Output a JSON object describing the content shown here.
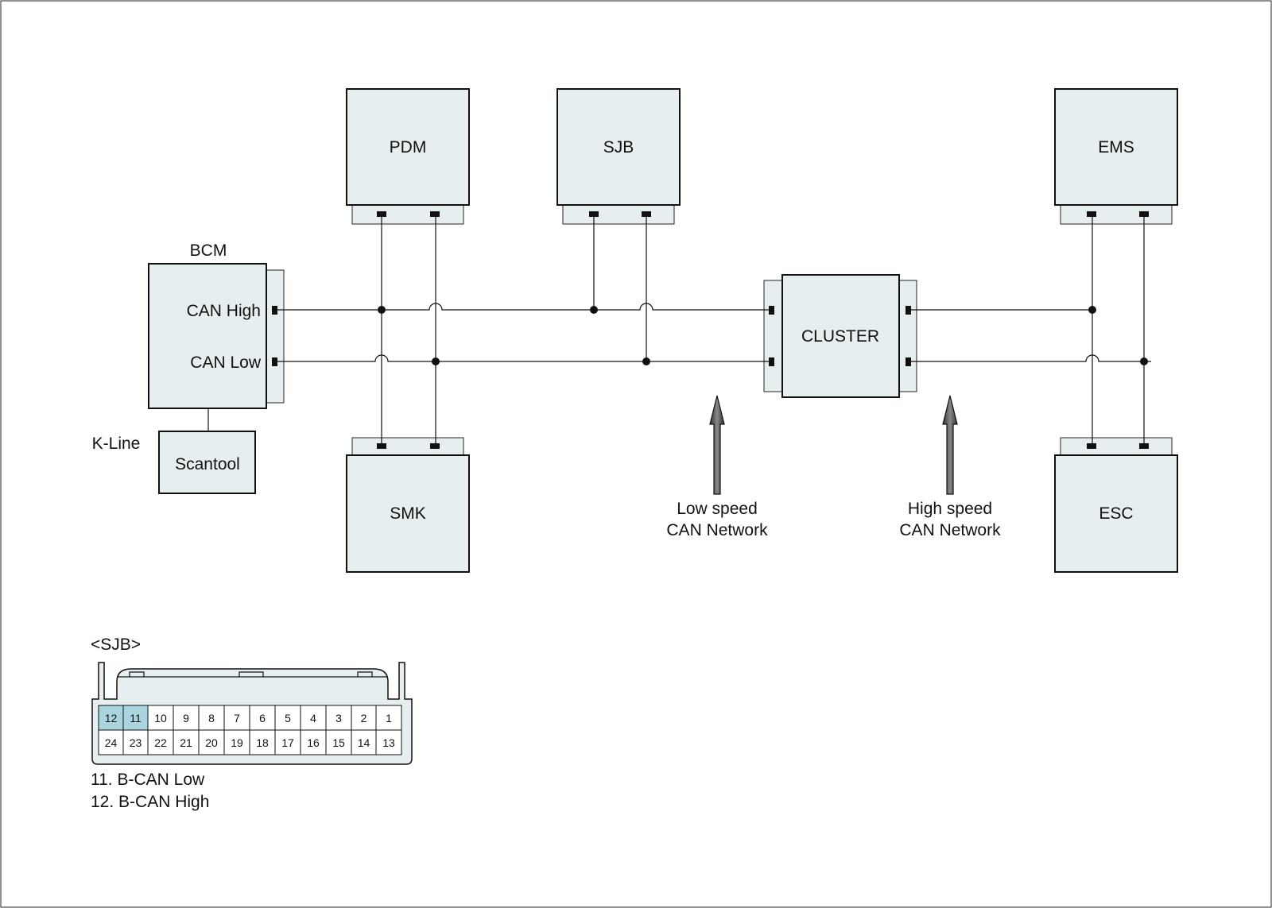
{
  "modules": {
    "pdm": "PDM",
    "sjb": "SJB",
    "ems": "EMS",
    "smk": "SMK",
    "esc": "ESC",
    "cluster": "CLUSTER",
    "scantool": "Scantool"
  },
  "bcm": {
    "title": "BCM",
    "can_high": "CAN High",
    "can_low": "CAN Low"
  },
  "kline": "K-Line",
  "networks": {
    "low_speed_line1": "Low speed",
    "low_speed_line2": "CAN Network",
    "high_speed_line1": "High speed",
    "high_speed_line2": "CAN Network"
  },
  "connector": {
    "title": "<SJB>",
    "top_row": [
      "12",
      "11",
      "10",
      "9",
      "8",
      "7",
      "6",
      "5",
      "4",
      "3",
      "2",
      "1"
    ],
    "bottom_row": [
      "24",
      "23",
      "22",
      "21",
      "20",
      "19",
      "18",
      "17",
      "16",
      "15",
      "14",
      "13"
    ],
    "highlighted_pins": [
      "12",
      "11"
    ],
    "highlight_color": "#a9d4e0",
    "legend": [
      "11. B-CAN Low",
      "12. B-CAN High"
    ]
  },
  "colors": {
    "module_fill": "#e6eef0",
    "line": "#111111"
  }
}
